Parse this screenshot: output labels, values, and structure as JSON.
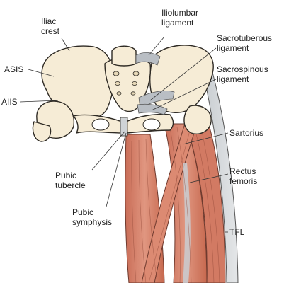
{
  "labels": {
    "iliac_crest": [
      "Iliac",
      "crest"
    ],
    "iliolumbar": [
      "Iliolumbar",
      "ligament"
    ],
    "sacrotuberous": [
      "Sacrotuberous",
      "ligament"
    ],
    "sacrospinous": [
      "Sacrospinous",
      "ligament"
    ],
    "asis": "ASIS",
    "aiis": "AIIS",
    "sartorius": "Sartorius",
    "rectus_femoris": [
      "Rectus",
      "femoris"
    ],
    "pubic_tubercle": [
      "Pubic",
      "tubercle"
    ],
    "pubic_symphysis": [
      "Pubic",
      "symphysis"
    ],
    "tfl": "TFL"
  },
  "colors": {
    "bone": "#f6ecd6",
    "bone_outline": "#2e2a24",
    "muscle": "#d9826a",
    "muscle_dark": "#b8614d",
    "ligament": "#b9bec4",
    "fascia": "#cfd3d6"
  }
}
